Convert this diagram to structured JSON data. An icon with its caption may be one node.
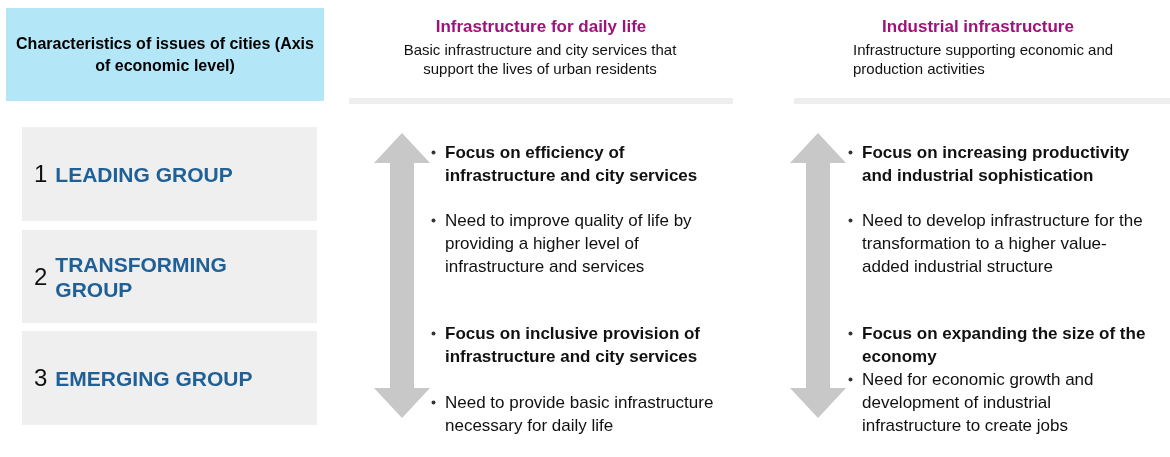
{
  "diagram": {
    "nodes": [
      {
        "text": [
          "Characteristics of issues of cities (Axis of economic level)"
        ]
      },
      {
        "text": [
          "1",
          "LEADING GROUP"
        ]
      },
      {
        "text": [
          "2",
          "TRANSFORMING GROUP"
        ]
      },
      {
        "text": [
          "3",
          "EMERGING GROUP"
        ]
      }
    ],
    "labels": [
      "Infrastructure for daily life",
      "Basic infrastructure and city services that support the lives of urban residents",
      "Industrial infrastructure",
      "Infrastructure supporting economic and production activities",
      "Focus on efficiency of infrastructure and city services",
      "Focus on increasing productivity and industrial sophistication",
      "Need to improve quality of life by providing a higher level of infrastructure and services",
      "Need to develop infrastructure for the transformation to a higher value-added industrial structure",
      "Focus on inclusive provision of infrastructure and city services",
      "Focus on expanding the size of the economy",
      "Need to provide basic infrastructure necessary for daily life",
      "Need for economic growth and development of industrial infrastructure to create jobs"
    ]
  }
}
